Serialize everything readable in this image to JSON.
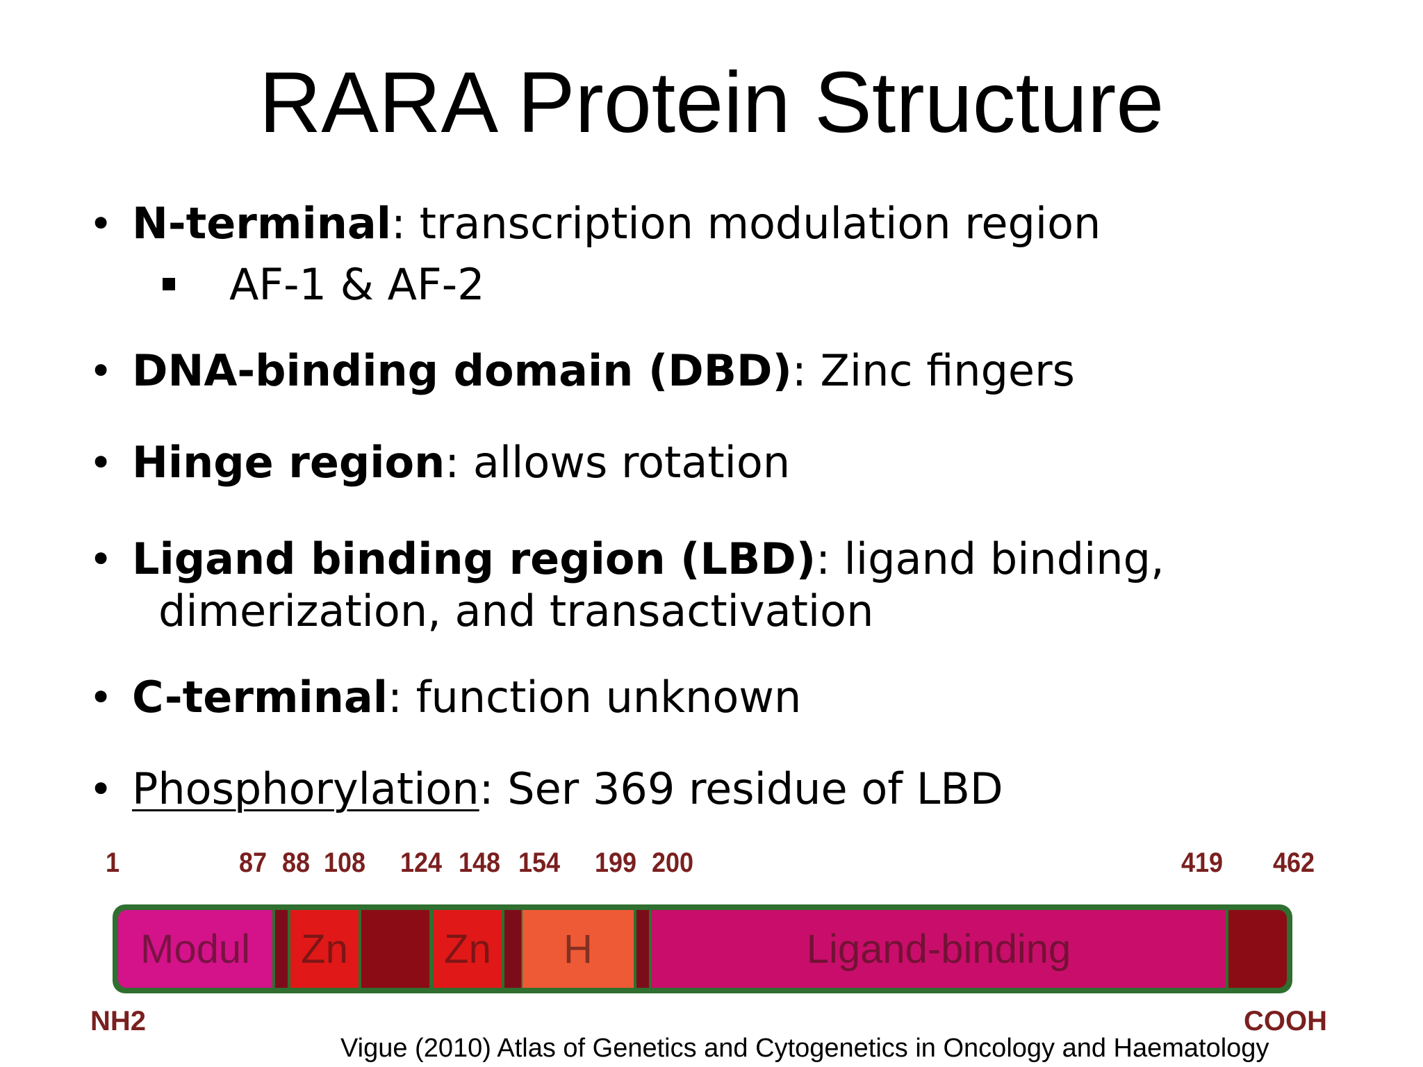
{
  "title": "RARA Protein Structure",
  "bullets": [
    {
      "bold": "N-terminal",
      "rest": ": transcription modulation region"
    },
    {
      "bold": "DNA-binding domain (DBD)",
      "rest": ": Zinc fingers"
    },
    {
      "bold": "Hinge region",
      "rest": ": allows rotation"
    },
    {
      "bold": "Ligand binding region (LBD)",
      "rest": ": ligand binding,",
      "continuation": "dimerization, and transactivation"
    },
    {
      "bold": "C-terminal",
      "rest": ": function unknown"
    },
    {
      "underlined": "Phosphorylation",
      "rest": ": Ser 369 residue of LBD"
    }
  ],
  "subbullet": "AF-1 & AF-2",
  "diagram": {
    "positions": [
      "1",
      "87",
      "88",
      "108",
      "124",
      "148",
      "154",
      "199",
      "200",
      "419",
      "462"
    ],
    "segments": [
      {
        "label": "Modul",
        "color": "#d4128a"
      },
      {
        "label": "",
        "color": "#7d0c1a"
      },
      {
        "label": "Zn",
        "color": "#e01818"
      },
      {
        "label": "",
        "color": "#8c0c16"
      },
      {
        "label": "Zn",
        "color": "#e01818"
      },
      {
        "label": "",
        "color": "#7d0c1a"
      },
      {
        "label": "H",
        "color": "#ee5a35"
      },
      {
        "label": "",
        "color": "#7d0c1a"
      },
      {
        "label": "Ligand-binding",
        "color": "#c80e6a"
      },
      {
        "label": "",
        "color": "#8c0c16"
      }
    ],
    "n_terminus": "NH2",
    "c_terminus": "COOH"
  },
  "citation": "Vigue (2010) Atlas of Genetics and Cytogenetics in Oncology and Haematology"
}
